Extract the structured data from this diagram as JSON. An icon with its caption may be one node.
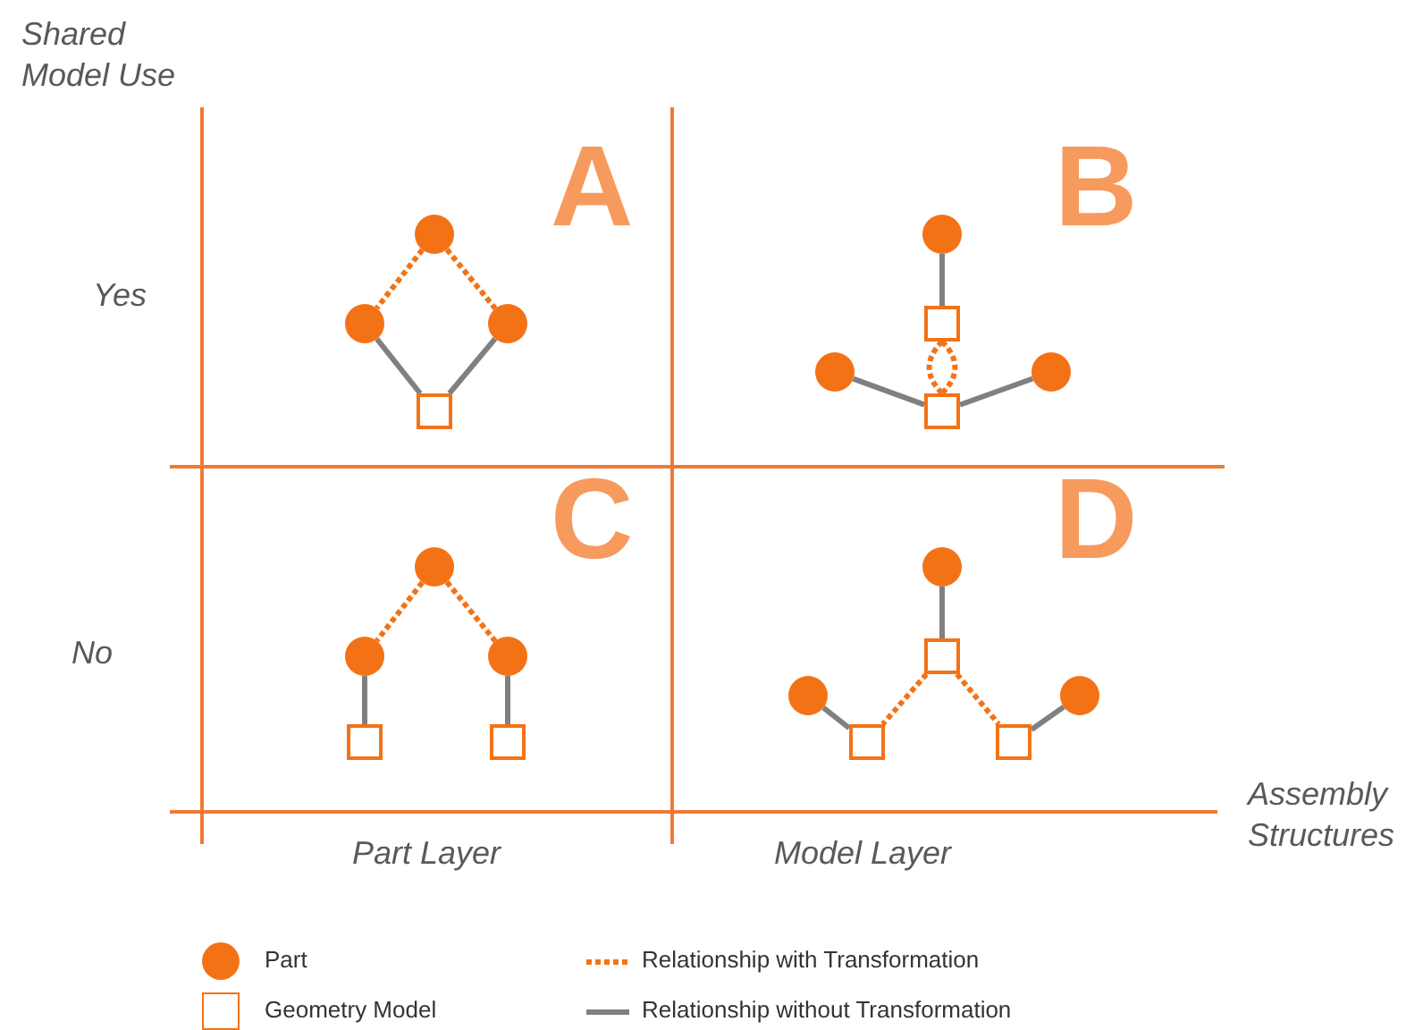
{
  "diagram": {
    "nodes": [
      {
        "text": [],
        "shape": "circle"
      },
      {
        "text": [],
        "shape": "circle"
      },
      {
        "text": [],
        "shape": "circle"
      },
      {
        "text": [],
        "shape": "box"
      },
      {
        "text": [],
        "shape": "circle"
      },
      {
        "text": [],
        "shape": "box"
      },
      {
        "text": [],
        "shape": "circle"
      },
      {
        "text": [],
        "shape": "circle"
      },
      {
        "text": [],
        "shape": "box"
      },
      {
        "text": [],
        "shape": "circle"
      },
      {
        "text": [],
        "shape": "circle"
      },
      {
        "text": [],
        "shape": "circle"
      },
      {
        "text": [],
        "shape": "box"
      },
      {
        "text": [],
        "shape": "box"
      },
      {
        "text": [],
        "shape": "circle"
      },
      {
        "text": [],
        "shape": "box"
      },
      {
        "text": [],
        "shape": "circle"
      },
      {
        "text": [],
        "shape": "circle"
      },
      {
        "text": [],
        "shape": "box"
      },
      {
        "text": [],
        "shape": "box"
      }
    ],
    "edges": [
      {
        "from": 0,
        "to": 1,
        "arrow": "none",
        "style": "dashed",
        "color": "#f47216"
      },
      {
        "from": 0,
        "to": 2,
        "arrow": "none",
        "style": "dashed",
        "color": "#f47216"
      },
      {
        "from": 1,
        "to": 3,
        "arrow": "none"
      },
      {
        "from": 2,
        "to": 3,
        "arrow": "none"
      },
      {
        "from": 4,
        "to": 5,
        "arrow": "none"
      },
      {
        "from": 5,
        "to": 8,
        "arrow": "none",
        "style": "dashed",
        "color": "#f47216"
      },
      {
        "from": 5,
        "to": 8,
        "arrow": "none",
        "style": "dashed",
        "color": "#f47216"
      },
      {
        "from": 6,
        "to": 8,
        "arrow": "none"
      },
      {
        "from": 7,
        "to": 8,
        "arrow": "none"
      },
      {
        "from": 9,
        "to": 10,
        "arrow": "none",
        "style": "dashed",
        "color": "#f47216"
      },
      {
        "from": 9,
        "to": 11,
        "arrow": "none",
        "style": "dashed",
        "color": "#f47216"
      },
      {
        "from": 10,
        "to": 12,
        "arrow": "none"
      },
      {
        "from": 11,
        "to": 13,
        "arrow": "none"
      },
      {
        "from": 14,
        "to": 15,
        "arrow": "none"
      },
      {
        "from": 15,
        "to": 18,
        "arrow": "none",
        "style": "dashed",
        "color": "#f47216"
      },
      {
        "from": 15,
        "to": 19,
        "arrow": "none",
        "style": "dashed",
        "color": "#f47216"
      },
      {
        "from": 16,
        "to": 18,
        "arrow": "none"
      },
      {
        "from": 17,
        "to": 19,
        "arrow": "none"
      }
    ],
    "labels": [
      "Shared Model Use",
      "A",
      "B",
      "Yes",
      "C",
      "D",
      "No",
      "Assembly Structures",
      "Part Layer",
      "Model Layer"
    ],
    "legend": [
      {
        "text": "Part"
      },
      {
        "text": "Relationship with Transformation"
      },
      {
        "text": "Geometry Model"
      },
      {
        "text": "Relationship without Transformation"
      }
    ]
  }
}
